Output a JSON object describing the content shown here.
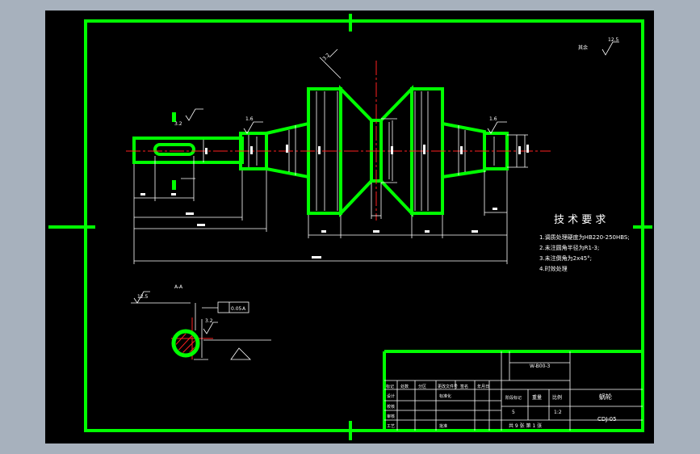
{
  "colors": {
    "background": "#a7b1bd",
    "canvas": "#000000",
    "frame": "#00ff00",
    "centerline": "#ff2020",
    "dimension": "#ffffff"
  },
  "technical_requirements": {
    "heading": "技 术 要 求",
    "items": [
      "1.调质处理硬度为HB220-250HBS;",
      "2.未注圆角半径为R1-3;",
      "3.未注倒角为2x45°;",
      "4.时效处理"
    ]
  },
  "roughness": {
    "general_value": "12.5",
    "general_label": "其余",
    "left_surface": "1.6",
    "right_surface": "1.6",
    "keyway": "3.2",
    "section": "12.5",
    "section_side": "3.2",
    "center": "3.2"
  },
  "section_view": {
    "label": "A-A",
    "tolerance_value": "0.05",
    "tolerance_datum": "A"
  },
  "title_block": {
    "drawing_number": "W-B00-3",
    "part_name": "蜗轮",
    "material_code": "CDJ-05",
    "scale": "1:2",
    "quantity": "5",
    "sheet_info": "共 9 张  第 1 张",
    "header_cells": [
      "标记",
      "处数",
      "分区",
      "更改文件号",
      "签名",
      "年月日"
    ],
    "row_labels": [
      "设计",
      "校核",
      "审核",
      "工艺"
    ],
    "col_labels": [
      "标准化",
      "批准"
    ],
    "stage_label": "阶段标记",
    "weight_label": "重量",
    "scale_label": "比例"
  }
}
